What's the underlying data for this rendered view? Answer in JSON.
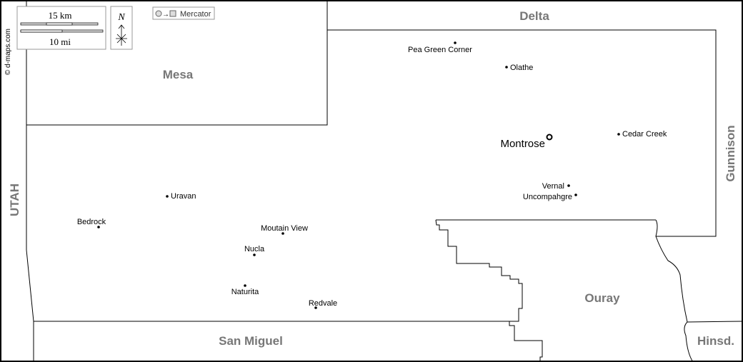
{
  "credit": "© d-maps.com",
  "scale": {
    "km_label": "15 km",
    "mi_label": "10 mi"
  },
  "north_label": "N",
  "projection_label": "Mercator",
  "regions": {
    "mesa": "Mesa",
    "delta": "Delta",
    "gunnison": "Gunnison",
    "utah": "UTAH",
    "ouray": "Ouray",
    "san_miguel": "San Miguel",
    "hinsdale": "Hinsd."
  },
  "capital": "Montrose",
  "cities": {
    "pea_green_corner": "Pea Green Corner",
    "olathe": "Olathe",
    "cedar_creek": "Cedar Creek",
    "vernal": "Vernal",
    "uncompahgre": "Uncompahgre",
    "uravan": "Uravan",
    "bedrock": "Bedrock",
    "moutain_view": "Moutain View",
    "nucla": "Nucla",
    "naturita": "Naturita",
    "redvale": "Redvale"
  }
}
